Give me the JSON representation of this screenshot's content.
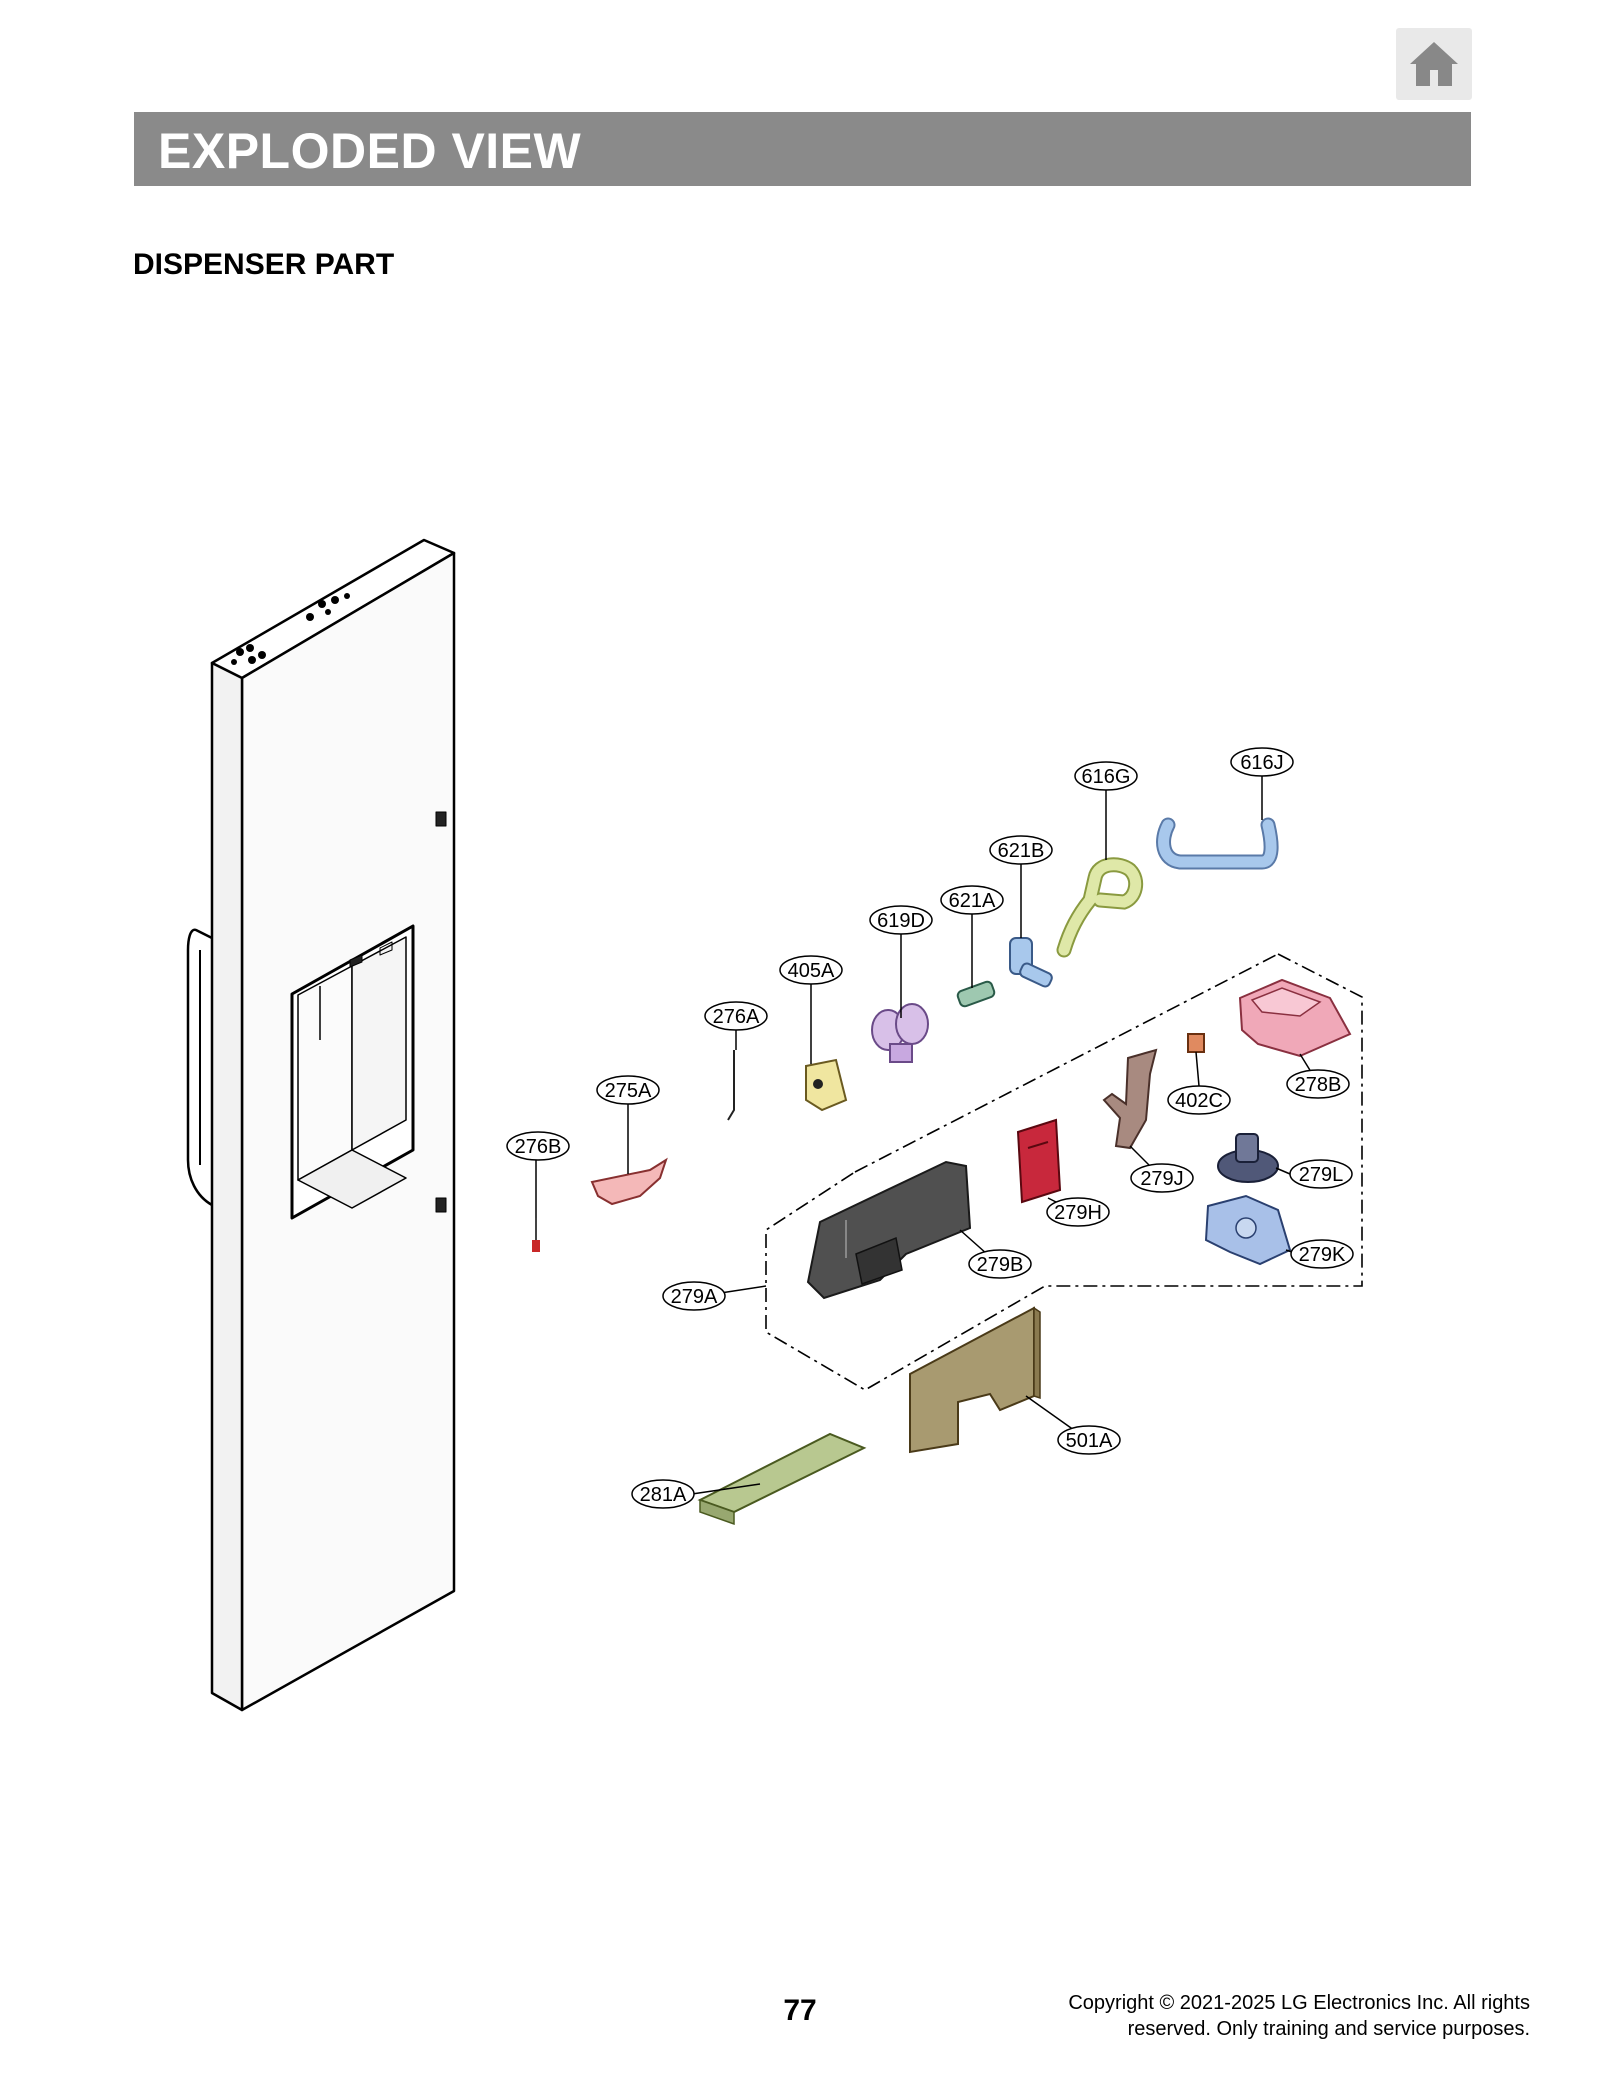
{
  "header": {
    "title": "EXPLODED VIEW",
    "home_icon": "home-icon"
  },
  "section": {
    "heading": "DISPENSER PART"
  },
  "diagram": {
    "callouts": [
      "616J",
      "616G",
      "621B",
      "621A",
      "619D",
      "405A",
      "276A",
      "275A",
      "276B",
      "278B",
      "402C",
      "279J",
      "279L",
      "279H",
      "279K",
      "279B",
      "279A",
      "501A",
      "281A"
    ]
  },
  "footer": {
    "page_number": "77",
    "copyright_line1": "Copyright © 2021-2025 LG Electronics Inc. All rights",
    "copyright_line2": "reserved. Only training and service purposes."
  },
  "colors": {
    "title_bar": "#8a8a8a",
    "pink_part": "#f0a8b8",
    "blue_part": "#a8c8ec",
    "yellow_green_part": "#dfe8a8",
    "olive_part": "#a89a70",
    "green_tray": "#b8c890",
    "red_part": "#c8283c",
    "dark_part": "#505050"
  }
}
